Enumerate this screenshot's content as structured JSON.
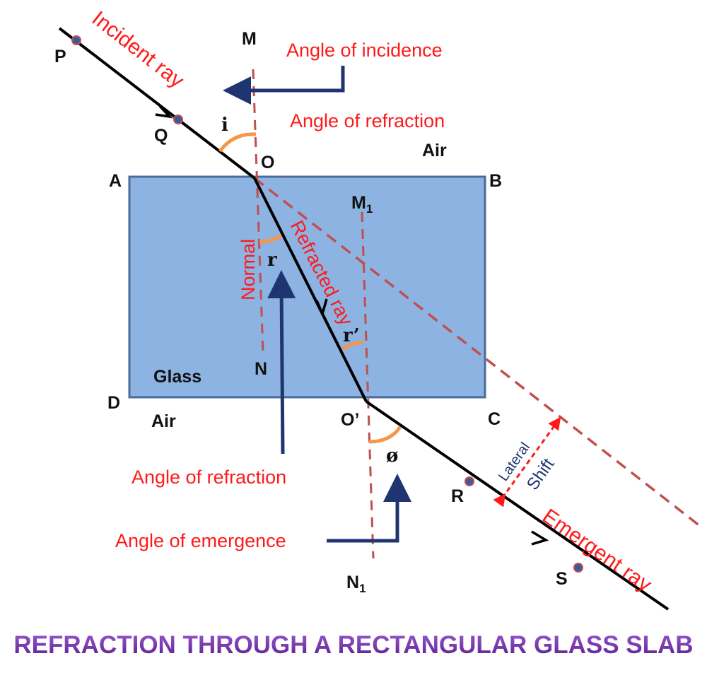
{
  "title": "REFRACTION THROUGH A RECTANGULAR GLASS SLAB",
  "points": {
    "P": "P",
    "Q": "Q",
    "O": "O",
    "A": "A",
    "B": "B",
    "C": "C",
    "D": "D",
    "M": "M",
    "M1": "M",
    "M1_sub": "1",
    "N": "N",
    "N1": "N",
    "N1_sub": "1",
    "O_prime": "O’",
    "R": "R",
    "S": "S"
  },
  "angles": {
    "i": "i",
    "r": "r",
    "r_prime": "r’",
    "e": "ø"
  },
  "media": {
    "air_top": "Air",
    "glass": "Glass",
    "air_bottom": "Air"
  },
  "rays": {
    "incident": "Incident ray",
    "refracted": "Refracted ray",
    "emergent": "Emergent ray",
    "normal": "Normal"
  },
  "labels": {
    "angle_incidence": "Angle of incidence",
    "angle_refraction_top": "Angle of refraction",
    "angle_refraction_bottom": "Angle of refraction",
    "angle_emergence": "Angle of emergence",
    "lateral": "Lateral",
    "shift": "Shift"
  },
  "colors": {
    "glass": "#8db3e2",
    "ray": "#000000",
    "dashed": "#c0504d",
    "label": "#ff1a1a",
    "arrow": "#1f3570",
    "arc": "#f79646",
    "title": "#7030a0"
  }
}
